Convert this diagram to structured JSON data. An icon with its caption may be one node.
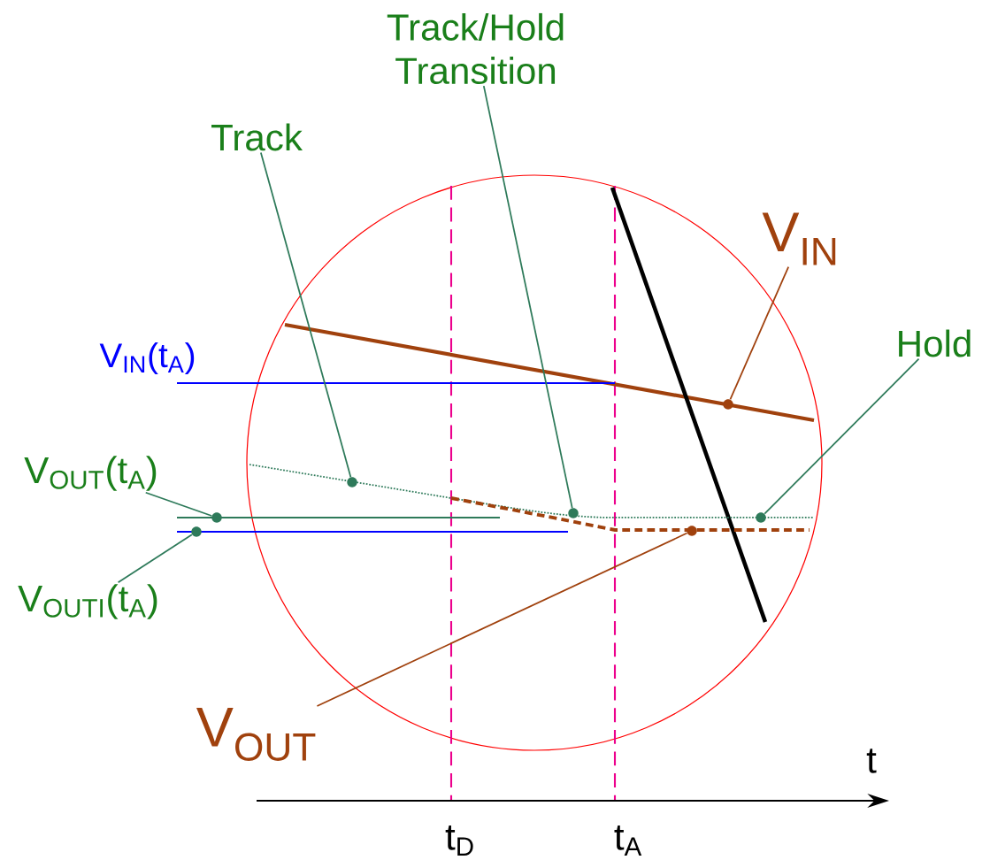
{
  "diagram": {
    "nodes": [
      {
        "text": [
          "Track/Hold Transition"
        ]
      },
      {
        "text": [
          "Track"
        ]
      },
      {
        "text": [
          "V$_{IN}$"
        ]
      },
      {
        "text": [
          "Hold"
        ]
      },
      {
        "text": [
          "V$_{OUT}$(t$_{A}$)"
        ]
      },
      {
        "text": [
          "V$_{OUTI}$(t$_{A}$)"
        ]
      },
      {
        "text": [
          "V$_{OUT}$"
        ]
      },
      {
        "text": [],
        "shape": "circle"
      },
      {
        "text": [],
        "shape": "circle"
      },
      {
        "text": [],
        "shape": "circle"
      },
      {
        "text": [],
        "shape": "circle"
      },
      {
        "text": [],
        "shape": "circle"
      },
      {
        "text": [],
        "shape": "circle"
      },
      {
        "text": [],
        "shape": "circle"
      }
    ],
    "edges": [
      {
        "from": 0,
        "to": 10,
        "arrow": "none"
      },
      {
        "from": 1,
        "to": 9,
        "arrow": "none"
      },
      {
        "from": 2,
        "to": 12,
        "arrow": "none",
        "color": "#a0410d"
      },
      {
        "from": 3,
        "to": 13,
        "arrow": "none"
      },
      {
        "from": 4,
        "to": 8,
        "arrow": "none"
      },
      {
        "from": 5,
        "to": 7,
        "arrow": "none"
      },
      {
        "from": 6,
        "to": 11,
        "arrow": "none",
        "color": "#a0410d"
      }
    ],
    "labels": [
      "V$_{IN}$(t$_{A}$)",
      "t",
      "t$_{D}$",
      "t$_{A}$"
    ]
  }
}
